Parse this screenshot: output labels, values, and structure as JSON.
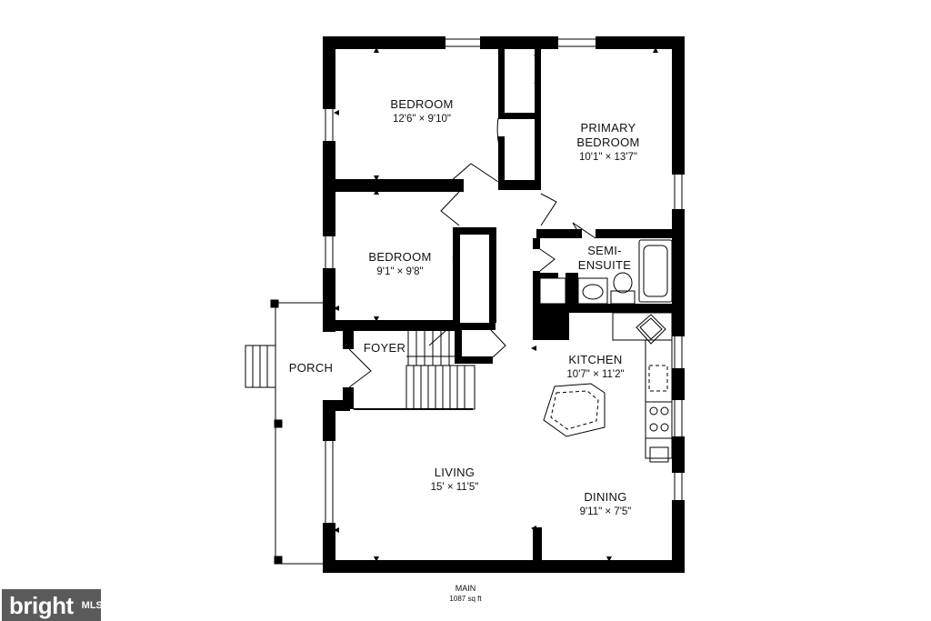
{
  "rooms": {
    "bedroom1": {
      "name": "BEDROOM",
      "dims": "12'6\" × 9'10\""
    },
    "primary": {
      "name_line1": "PRIMARY",
      "name_line2": "BEDROOM",
      "dims": "10'1\" × 13'7\""
    },
    "bedroom2": {
      "name": "BEDROOM",
      "dims": "9'1\" × 9'8\""
    },
    "semi_ensuite": {
      "name_line1": "SEMI-",
      "name_line2": "ENSUITE"
    },
    "foyer": {
      "name": "FOYER"
    },
    "porch": {
      "name": "PORCH"
    },
    "kitchen": {
      "name": "KITCHEN",
      "dims": "10'7\" × 11'2\""
    },
    "living": {
      "name": "LIVING",
      "dims": "15' × 11'5\""
    },
    "dining": {
      "name": "DINING",
      "dims": "9'11\" × 7'5\""
    }
  },
  "floor": {
    "name": "MAIN",
    "area": "1087 sq ft"
  },
  "logo": {
    "text": "bright",
    "suffix": "MLS"
  },
  "colors": {
    "wall": "#000000",
    "background": "#ffffff",
    "logo_bg": "#5a5a5a"
  }
}
